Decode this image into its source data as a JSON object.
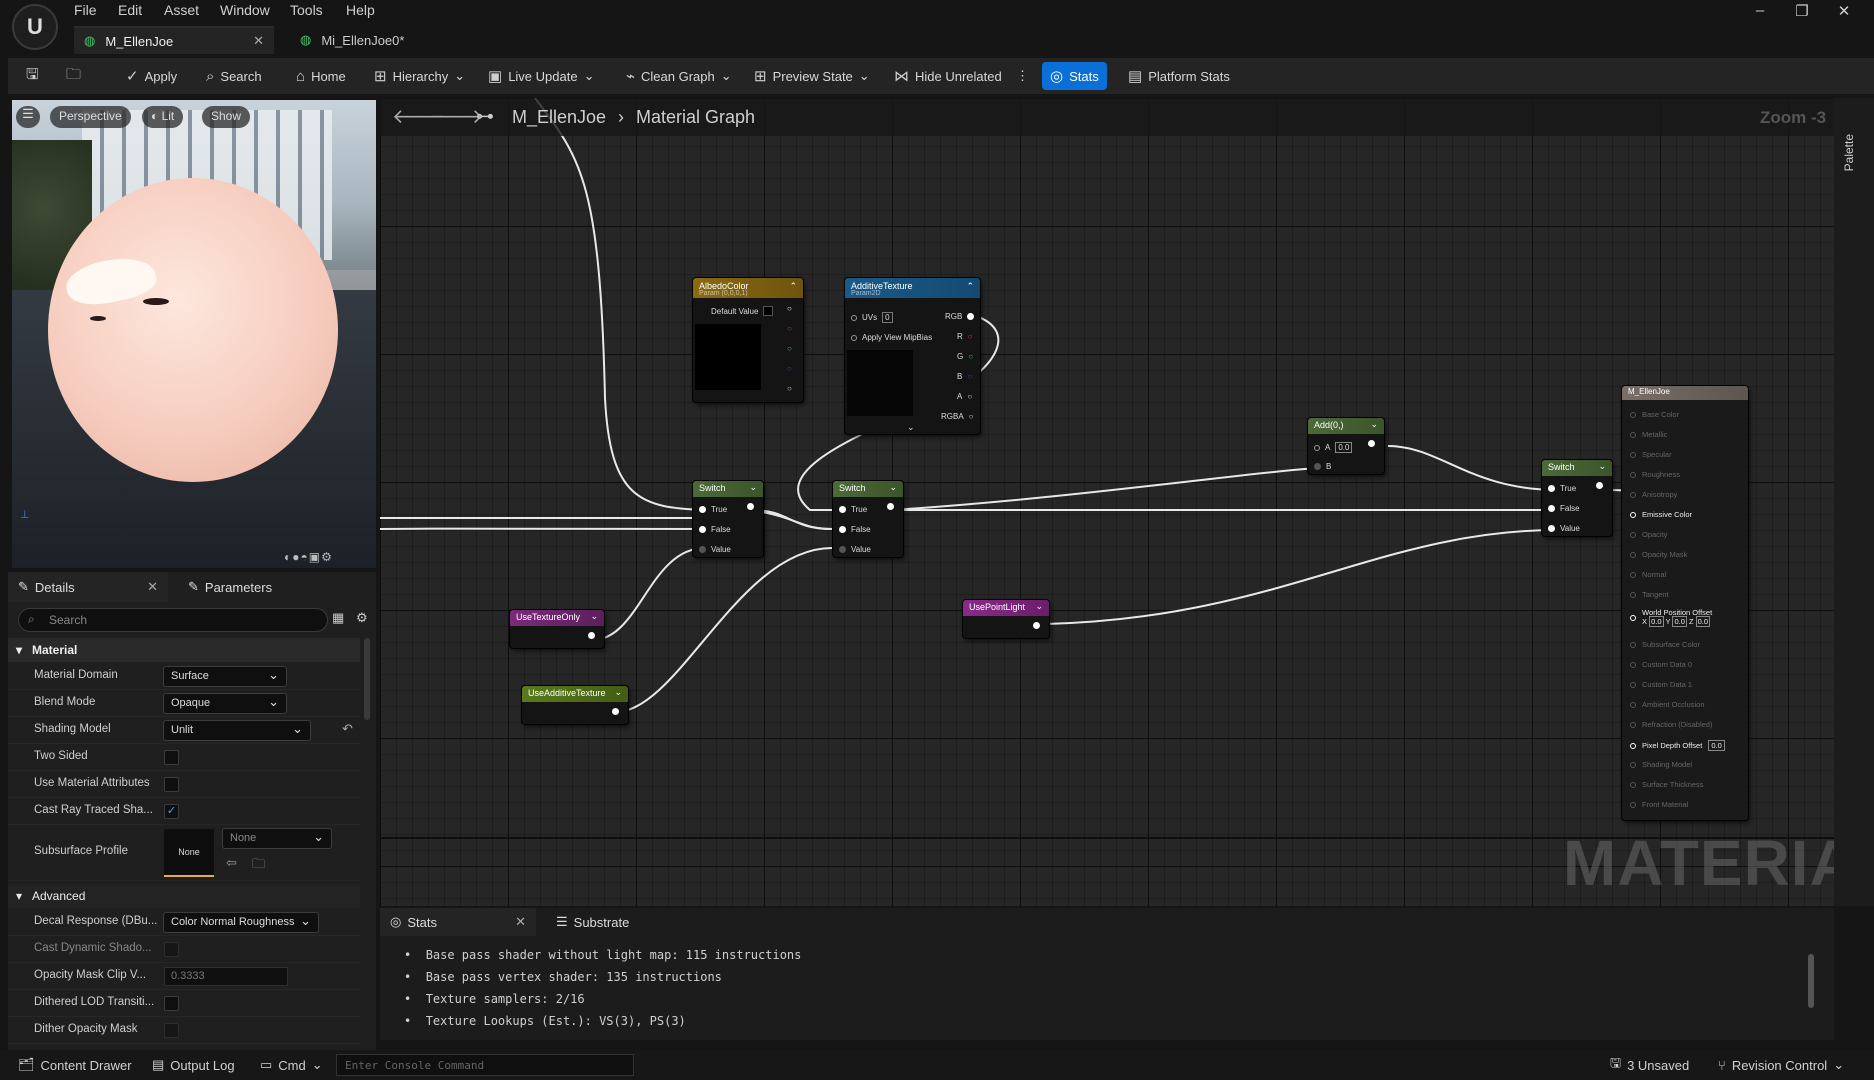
{
  "menu": [
    "File",
    "Edit",
    "Asset",
    "Window",
    "Tools",
    "Help"
  ],
  "tabs": [
    {
      "label": "M_EllenJoe",
      "active": true
    },
    {
      "label": "Mi_EllenJoe0*",
      "active": false
    }
  ],
  "toolbar": {
    "apply": "Apply",
    "search": "Search",
    "home": "Home",
    "hierarchy": "Hierarchy",
    "live_update": "Live Update",
    "clean_graph": "Clean Graph",
    "preview_state": "Preview State",
    "hide_unrelated": "Hide Unrelated",
    "stats": "Stats",
    "platform_stats": "Platform Stats"
  },
  "viewport": {
    "perspective": "Perspective",
    "lit": "Lit",
    "show": "Show"
  },
  "details": {
    "tab_details": "Details",
    "tab_parameters": "Parameters",
    "search_placeholder": "Search",
    "section_material": "Material",
    "section_advanced": "Advanced",
    "material_domain": {
      "label": "Material Domain",
      "value": "Surface"
    },
    "blend_mode": {
      "label": "Blend Mode",
      "value": "Opaque"
    },
    "shading_model": {
      "label": "Shading Model",
      "value": "Unlit"
    },
    "two_sided": {
      "label": "Two Sided",
      "checked": false
    },
    "use_material_attributes": {
      "label": "Use Material Attributes",
      "checked": false
    },
    "cast_ray_traced": {
      "label": "Cast Ray Traced Sha...",
      "checked": true
    },
    "subsurface_profile": {
      "label": "Subsurface Profile",
      "thumb": "None",
      "value": "None"
    },
    "decal_response": {
      "label": "Decal Response (DBu...",
      "value": "Color Normal Roughness"
    },
    "cast_dynamic_shadow": {
      "label": "Cast Dynamic Shado...",
      "checked": false
    },
    "opacity_mask_clip": {
      "label": "Opacity Mask Clip V...",
      "value": "0.3333"
    },
    "dithered_lod": {
      "label": "Dithered LOD Transiti...",
      "checked": false
    },
    "dither_opacity": {
      "label": "Dither Opacity Mask",
      "checked": false
    }
  },
  "graph": {
    "breadcrumb_root": "M_EllenJoe",
    "breadcrumb_page": "Material Graph",
    "zoom": "Zoom -3",
    "palette": "Palette",
    "watermark": "MATERIAL",
    "albedo": {
      "title": "AlbedoColor",
      "sub": "Param (0,0,0,1)",
      "default_label": "Default Value"
    },
    "additive": {
      "title": "AdditiveTexture",
      "sub": "Param2D",
      "uvs": "UVs",
      "uvs_val": "0",
      "mip": "Apply View MipBias",
      "pins": [
        "RGB",
        "R",
        "G",
        "B",
        "A",
        "RGBA"
      ]
    },
    "switch1": {
      "title": "Switch",
      "pins": [
        "True",
        "False",
        "Value"
      ]
    },
    "switch2": {
      "title": "Switch",
      "pins": [
        "True",
        "False",
        "Value"
      ]
    },
    "switch3": {
      "title": "Switch",
      "pins": [
        "True",
        "False",
        "Value"
      ]
    },
    "add": {
      "title": "Add(0,)",
      "a": "A",
      "a_val": "0.0",
      "b": "B"
    },
    "use_texture_only": "UseTextureOnly",
    "use_additive_texture": "UseAdditiveTexture",
    "use_point_light": "UsePointLight",
    "result": {
      "title": "M_EllenJoe",
      "pins": [
        "Base Color",
        "Metallic",
        "Specular",
        "Roughness",
        "Anisotropy",
        "Emissive Color",
        "Opacity",
        "Opacity Mask",
        "Normal",
        "Tangent",
        "World Position Offset",
        "Subsurface Color",
        "Custom Data 0",
        "Custom Data 1",
        "Ambient Occlusion",
        "Refraction (Disabled)",
        "Pixel Depth Offset",
        "Shading Model",
        "Surface Thickness",
        "Front Material"
      ],
      "wpo_x": "0.0",
      "wpo_y": "0.0",
      "wpo_z": "0.0",
      "pdo_val": "0.0"
    }
  },
  "stats_panel": {
    "tab_stats": "Stats",
    "tab_substrate": "Substrate",
    "lines": [
      "Base pass shader without light map: 115 instructions",
      "Base pass vertex shader: 135 instructions",
      "Texture samplers: 2/16",
      "Texture Lookups (Est.): VS(3), PS(3)"
    ]
  },
  "statusbar": {
    "content_drawer": "Content Drawer",
    "output_log": "Output Log",
    "cmd": "Cmd",
    "console_placeholder": "Enter Console Command",
    "unsaved": "3 Unsaved",
    "revision": "Revision Control"
  }
}
